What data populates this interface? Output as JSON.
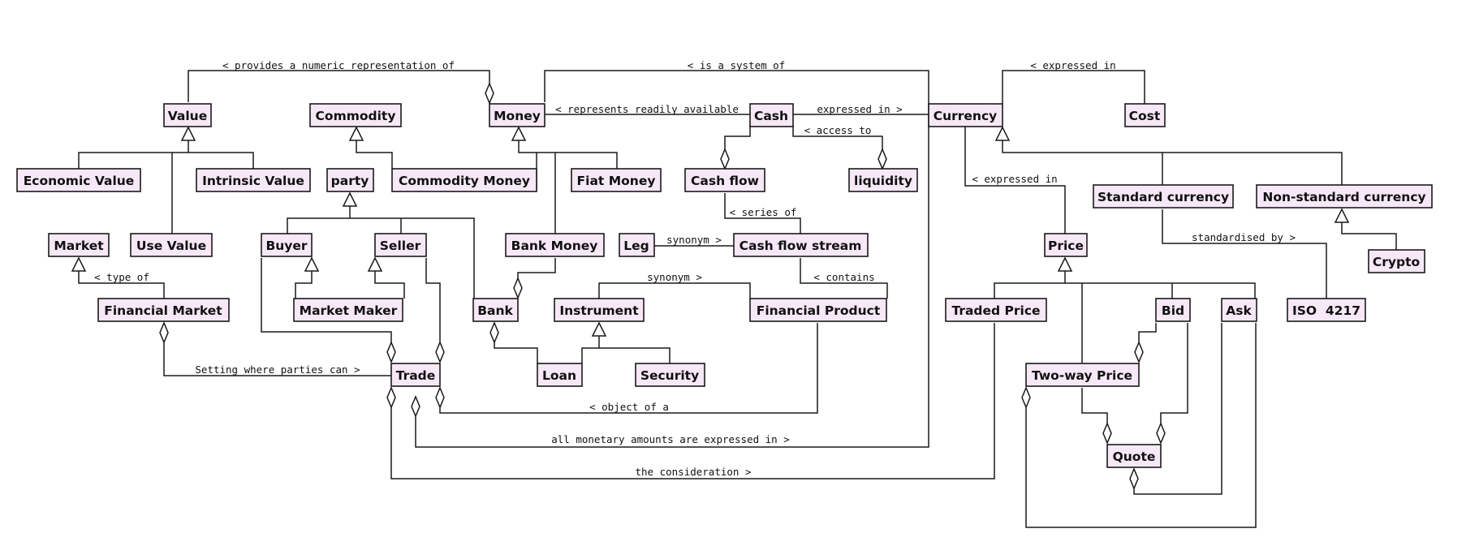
{
  "nodes": {
    "value": "Value",
    "commodity": "Commodity",
    "money": "Money",
    "cash": "Cash",
    "currency": "Currency",
    "cost": "Cost",
    "economic_value": "Economic Value",
    "intrinsic_value": "Intrinsic Value",
    "use_value": "Use Value",
    "market": "Market",
    "financial_market": "Financial Market",
    "party": "party",
    "commodity_money": "Commodity Money",
    "fiat_money": "Fiat Money",
    "cash_flow": "Cash flow",
    "liquidity": "liquidity",
    "buyer": "Buyer",
    "seller": "Seller",
    "market_maker": "Market Maker",
    "bank_money": "Bank Money",
    "leg": "Leg",
    "cash_flow_stream": "Cash flow stream",
    "bank": "Bank",
    "instrument": "Instrument",
    "financial_product": "Financial Product",
    "loan": "Loan",
    "security": "Security",
    "trade": "Trade",
    "standard_currency": "Standard currency",
    "non_standard_currency": "Non-standard currency",
    "crypto": "Crypto",
    "price": "Price",
    "traded_price": "Traded Price",
    "bid": "Bid",
    "ask": "Ask",
    "iso_4217": "ISO  4217",
    "two_way_price": "Two-way Price",
    "quote": "Quote"
  },
  "labels": {
    "provides_numeric": "< provides a numeric representation of",
    "is_system_of": "< is a system of",
    "expressed_in_cost": "< expressed in",
    "represents_readily": "< represents readily available",
    "expressed_in_cash": "expressed in >",
    "access_to": "< access to",
    "expressed_in_price": "< expressed in",
    "series_of": "< series of",
    "synonym_leg": "synonym >",
    "standardised_by": "standardised by >",
    "type_of": "< type of",
    "synonym_instrument": "synonym >",
    "contains": "< contains",
    "setting_where": "Setting where parties can >",
    "object_of": "< object of a",
    "all_monetary": "all monetary amounts are expressed in >",
    "consideration": "the consideration >"
  }
}
